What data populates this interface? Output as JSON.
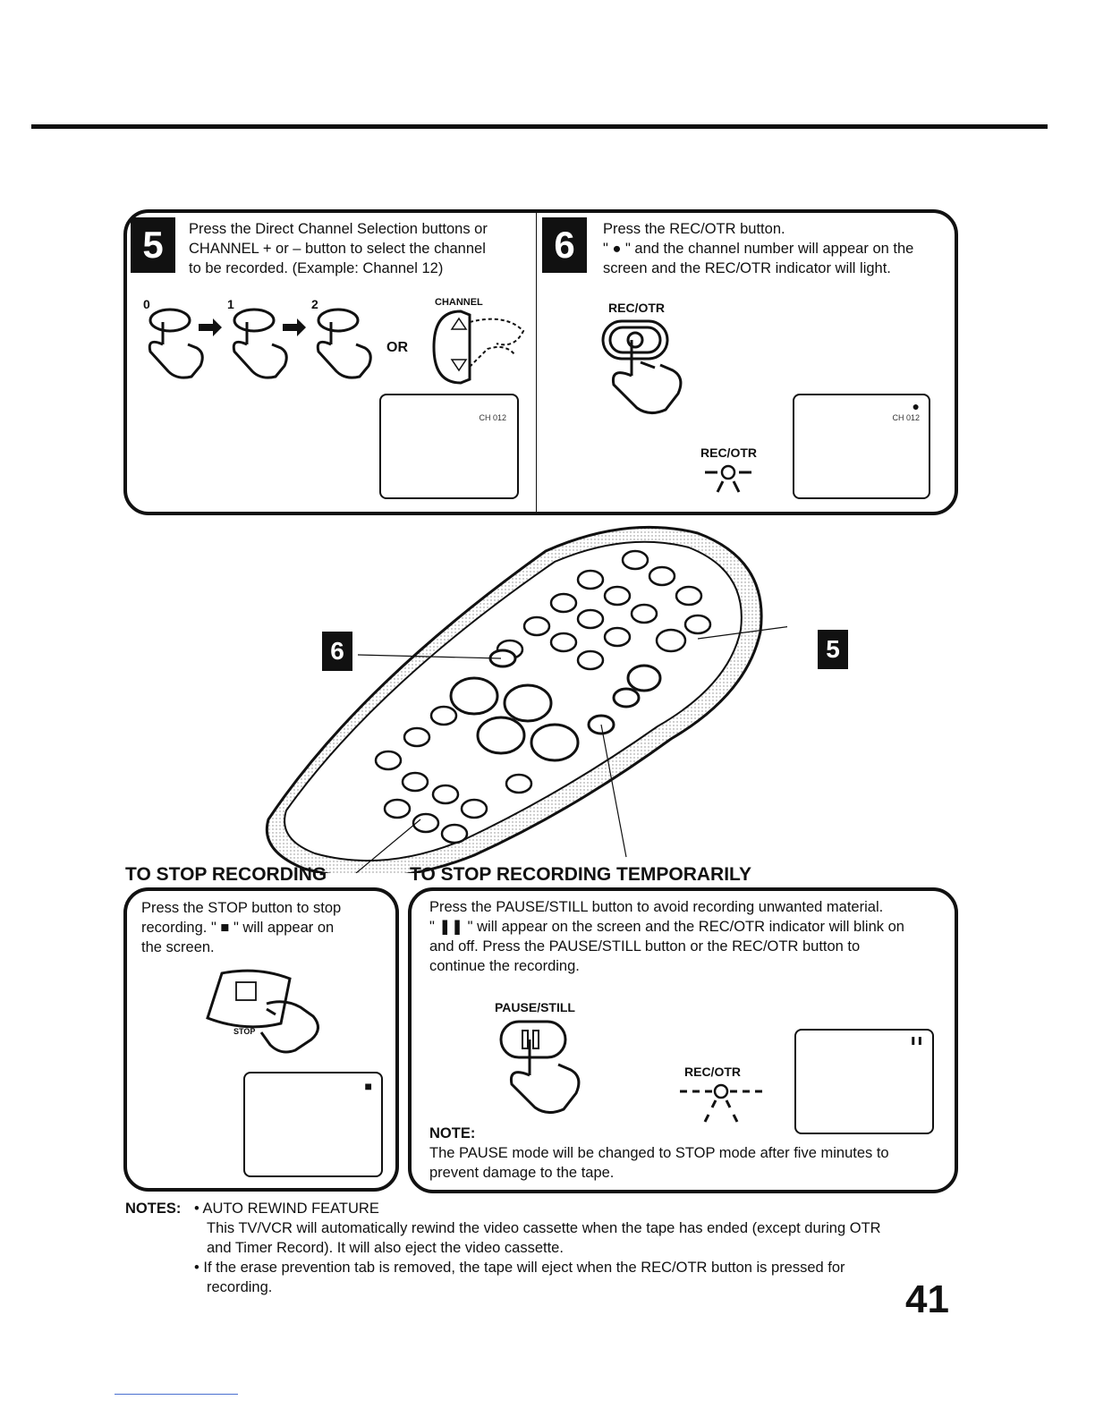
{
  "step5": {
    "number": "5",
    "text_lines": [
      "Press the Direct Channel Selection buttons or",
      "CHANNEL + or – button to select the channel",
      "to be recorded. (Example: Channel 12)"
    ],
    "digits": [
      "0",
      "1",
      "2"
    ],
    "channel_label": "CHANNEL",
    "or_label": "OR",
    "screen_text": "CH 012"
  },
  "step6": {
    "number": "6",
    "text_lines": [
      "Press the REC/OTR button.",
      "\" ● \" and the channel number will appear on the",
      "screen and the REC/OTR indicator will light."
    ],
    "button_label": "REC/OTR",
    "indicator_label": "REC/OTR",
    "screen_text": "CH 012",
    "screen_mark": "●"
  },
  "remote": {
    "callout_left": "6",
    "callout_right": "5"
  },
  "stop_recording": {
    "heading": "TO STOP RECORDING",
    "text_lines": [
      "Press the STOP button to stop",
      "recording. \" ■ \" will appear on",
      "the screen."
    ],
    "button_label": "STOP",
    "screen_mark": "■"
  },
  "stop_temporarily": {
    "heading": "TO STOP RECORDING TEMPORARILY",
    "text_lines": [
      "Press the PAUSE/STILL button to avoid recording unwanted material.",
      "\" ❚❚ \" will appear on the screen and the REC/OTR indicator will blink on",
      "and off. Press the PAUSE/STILL button or the REC/OTR button to",
      "continue the recording."
    ],
    "button_label": "PAUSE/STILL",
    "indicator_label": "REC/OTR",
    "screen_mark": "❚❚",
    "note_title": "NOTE:",
    "note_lines": [
      "The PAUSE mode will be changed to STOP mode after five minutes to",
      "prevent damage to the tape."
    ]
  },
  "notes": {
    "title": "NOTES:",
    "item1_title": "• AUTO REWIND FEATURE",
    "item1_lines": [
      "This TV/VCR will automatically rewind the video cassette when the tape has ended (except during OTR",
      "and Timer Record). It will also eject the video cassette."
    ],
    "item2_lines": [
      "• If the erase prevention tab is removed, the tape will eject when the REC/OTR button is pressed for",
      "recording."
    ]
  },
  "page_number": "41"
}
